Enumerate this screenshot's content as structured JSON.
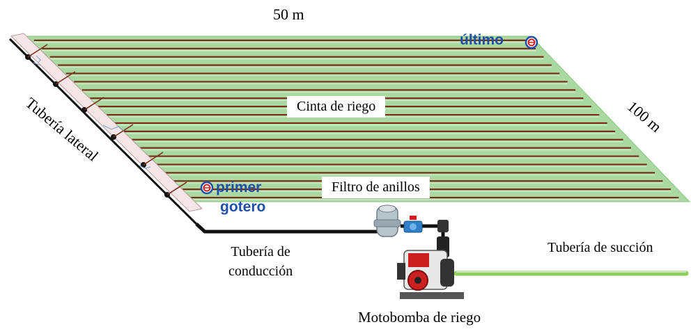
{
  "labels": {
    "width": "50 m",
    "length": "100 m",
    "tape": "Cinta de riego",
    "lateral": "Tubería lateral",
    "filter": "Filtro de anillos",
    "conduction_1": "Tubería de",
    "conduction_2": "conducción",
    "suction": "Tubería de succión",
    "pump": "Motobomba de riego",
    "first_1": "primer",
    "first_2": "gotero",
    "last": "último"
  },
  "colors": {
    "field": "#a9d9a0",
    "tape": "#7a2e1a",
    "lateral_pipe": "#f4e6e6",
    "conduction_pipe": "#111111",
    "suction_pipe": "#8fce5a",
    "marker_blue": "#1f4fa8",
    "marker_red": "#d22020"
  },
  "icons": [
    "dripper-marker-icon",
    "dripper-marker-icon",
    "pump-icon",
    "filter-icon",
    "valve-icon"
  ]
}
